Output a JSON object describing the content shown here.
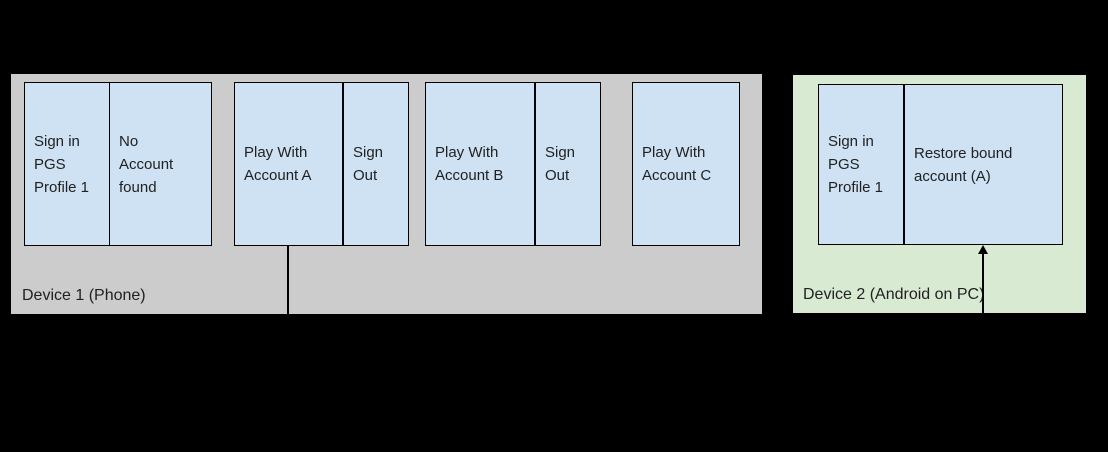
{
  "colors": {
    "background": "#000000",
    "device1_fill": "#cccccc",
    "device2_fill": "#d9ead3",
    "box_fill": "#cfe2f3",
    "border": "#000000",
    "text": "#212121"
  },
  "device1": {
    "label": "Device 1 (Phone)",
    "boxes": [
      {
        "label": "Sign in\nPGS\nProfile 1"
      },
      {
        "label": "No\nAccount\nfound"
      },
      {
        "label": "Play With\nAccount A"
      },
      {
        "label": "Sign\nOut"
      },
      {
        "label": "Play With\nAccount B"
      },
      {
        "label": "Sign\nOut"
      },
      {
        "label": "Play With\nAccount C"
      }
    ]
  },
  "device2": {
    "label": "Device 2 (Android on PC)",
    "boxes": [
      {
        "label": "Sign in\nPGS\nProfile 1"
      },
      {
        "label": "Restore bound\naccount (A)"
      }
    ]
  },
  "connector": {
    "from": "Play With Account A",
    "to": "Restore bound account (A)"
  }
}
